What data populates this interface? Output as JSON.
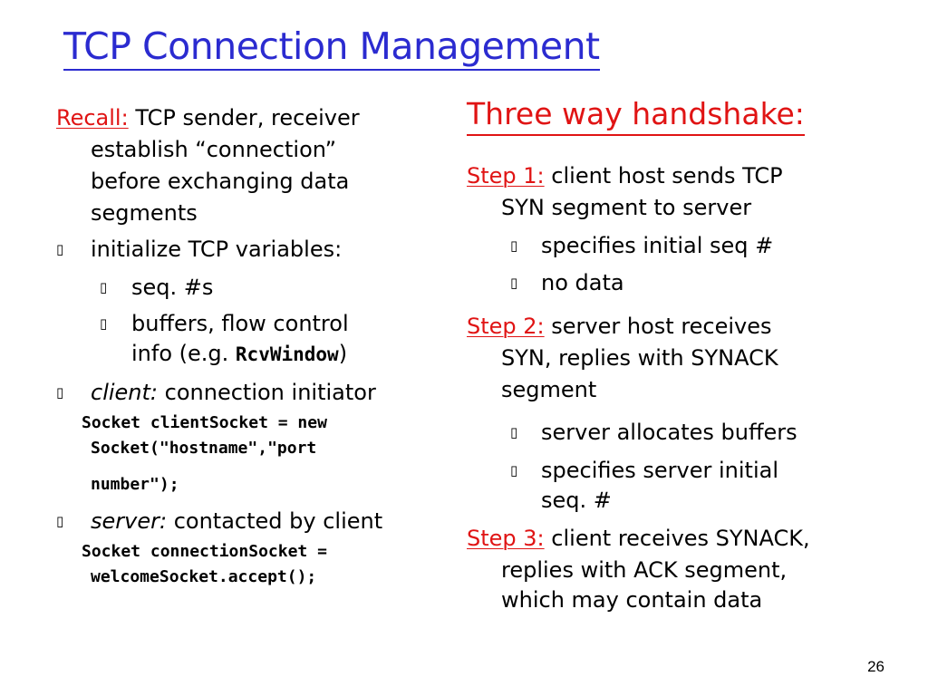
{
  "title": "TCP Connection Management",
  "left": {
    "recall_label": "Recall:",
    "recall_line1": "TCP sender, receiver",
    "recall_line2": "establish “connection”",
    "recall_line3": "before exchanging data",
    "recall_line4": "segments",
    "bullet_init": "initialize TCP variables:",
    "sub_seq": "seq. #s",
    "sub_buffers_line1": "buffers, flow control",
    "sub_buffers_line2_pre": "info (e.g.",
    "sub_buffers_code": "RcvWindow",
    "sub_buffers_line2_post": ")",
    "client_label": "client:",
    "client_text": "connection initiator",
    "client_code1": "Socket clientSocket = new",
    "client_code2": "Socket(\"hostname\",\"port",
    "client_code3": "number\");",
    "server_label": "server:",
    "server_text": "contacted by client",
    "server_code1": "Socket connectionSocket =",
    "server_code2": "welcomeSocket.accept();"
  },
  "right": {
    "heading": "Three way handshake:",
    "step1_label": "Step 1:",
    "step1_line1": "client host sends TCP",
    "step1_line2": "SYN segment to server",
    "step1_sub1": "specifies initial seq #",
    "step1_sub2": "no data",
    "step2_label": "Step 2:",
    "step2_line1": "server host receives",
    "step2_line2": "SYN, replies with SYNACK",
    "step2_line3": "segment",
    "step2_sub1": "server allocates buffers",
    "step2_sub2_line1": "specifies server initial",
    "step2_sub2_line2": "seq. #",
    "step3_label": "Step 3:",
    "step3_line1": "client receives SYNACK,",
    "step3_line2": "replies with ACK segment,",
    "step3_line3": "which may contain data"
  },
  "page_number": "26",
  "bullet_glyph": "▯",
  "colors": {
    "title": "#2b2bd0",
    "accent_red": "#e01414"
  }
}
